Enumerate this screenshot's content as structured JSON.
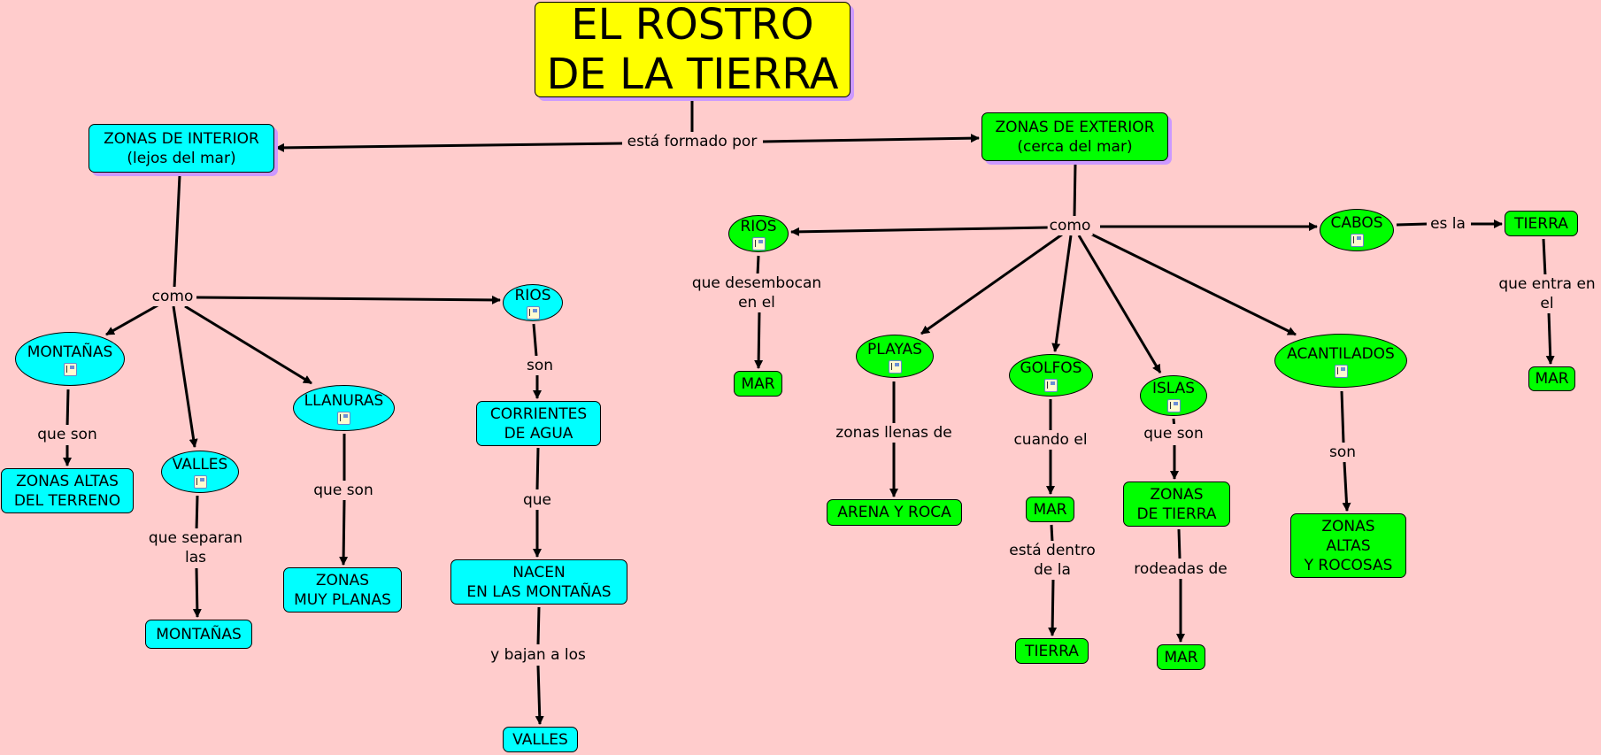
{
  "title": "EL ROSTRO\nDE LA TIERRA",
  "colors": {
    "background": "#ffcccc",
    "title_fill": "#ffff00",
    "interior_fill": "#00ffff",
    "exterior_fill": "#00ff00",
    "shadow": "#cc99ff",
    "line": "#000000"
  },
  "resource_icon": "document-image-icon",
  "nodes": {
    "interior": "ZONAS DE INTERIOR\n(lejos del mar)",
    "exterior": "ZONAS DE EXTERIOR\n(cerca del mar)",
    "montanas": "MONTAÑAS",
    "zonas_altas_terreno": "ZONAS ALTAS\nDEL TERRENO",
    "valles": "VALLES",
    "montanas_2": "MONTAÑAS",
    "llanuras": "LLANURAS",
    "zonas_muy_planas": "ZONAS\nMUY PLANAS",
    "rios_int": "RIOS",
    "corrientes": "CORRIENTES\nDE AGUA",
    "nacen": "NACEN\nEN LAS MONTAÑAS",
    "valles_2": "VALLES",
    "rios_ext": "RIOS",
    "mar_rios": "MAR",
    "playas": "PLAYAS",
    "arena_roca": "ARENA Y ROCA",
    "golfos": "GOLFOS",
    "mar_golfos": "MAR",
    "tierra_golfos": "TIERRA",
    "islas": "ISLAS",
    "zonas_tierra": "ZONAS\nDE TIERRA",
    "mar_islas": "MAR",
    "acantilados": "ACANTILADOS",
    "zonas_rocosas": "ZONAS\nALTAS\nY ROCOSAS",
    "cabos": "CABOS",
    "tierra_cabos": "TIERRA",
    "mar_cabos": "MAR"
  },
  "links": {
    "formado_por": "está formado por",
    "como_int": "como",
    "como_ext": "como",
    "que_son_montanas": "que son",
    "que_separan": "que separan\nlas",
    "que_son_llanuras": "que son",
    "son_rios": "son",
    "que_corrientes": "que",
    "y_bajan": "y bajan a los",
    "que_desembocan": "que desembocan\nen el",
    "zonas_llenas": "zonas llenas de",
    "cuando_el": "cuando el",
    "esta_dentro": "está dentro\nde la",
    "que_son_islas": "que son",
    "rodeadas_de": "rodeadas de",
    "son_acantilados": "son",
    "es_la": "es la",
    "que_entra": "que entra en\nel"
  }
}
